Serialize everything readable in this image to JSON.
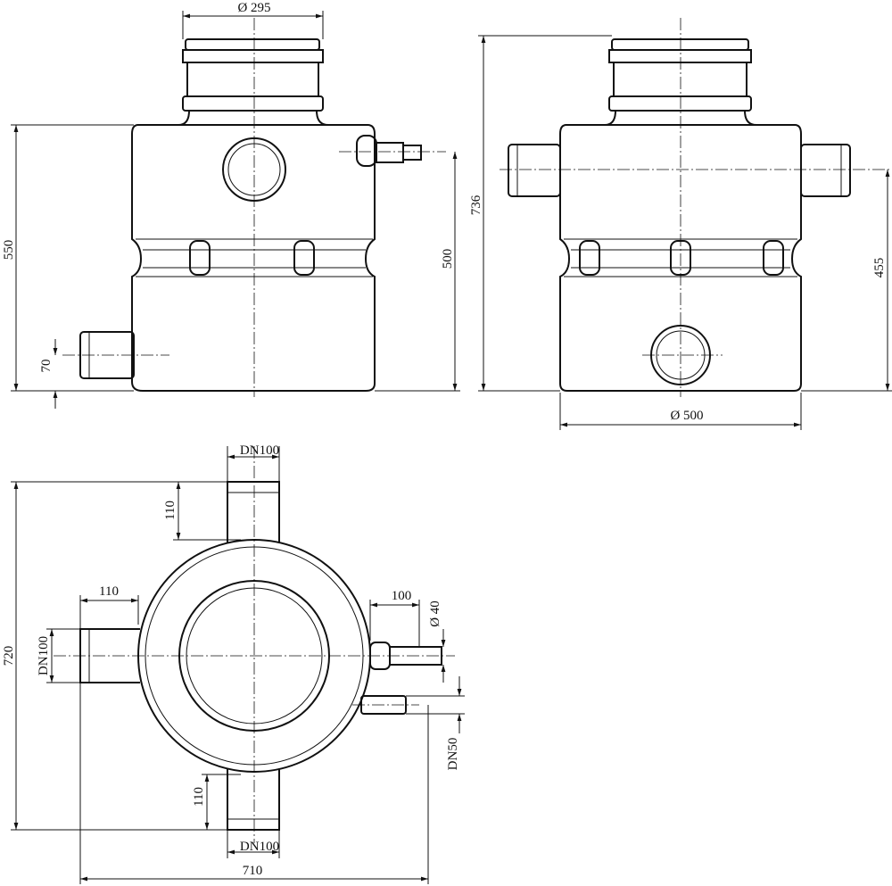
{
  "front_view": {
    "dim_top_diameter": "Ø 295",
    "dim_height_total": "550",
    "dim_inlet_height": "500",
    "dim_outlet_height": "70"
  },
  "side_view": {
    "dim_height_total": "736",
    "dim_side_height": "455",
    "dim_base_diameter": "Ø 500"
  },
  "plan_view": {
    "top_pipe_label": "DN100",
    "top_pipe_length": "110",
    "total_width_vertical": "720",
    "left_pipe_length": "110",
    "left_pipe_label": "DN100",
    "right_pipe_length": "100",
    "right_pipe_diameter": "Ø 40",
    "drain_pipe_label": "DN50",
    "bottom_pipe_length": "110",
    "bottom_pipe_label": "DN100",
    "total_width_horizontal": "710"
  }
}
